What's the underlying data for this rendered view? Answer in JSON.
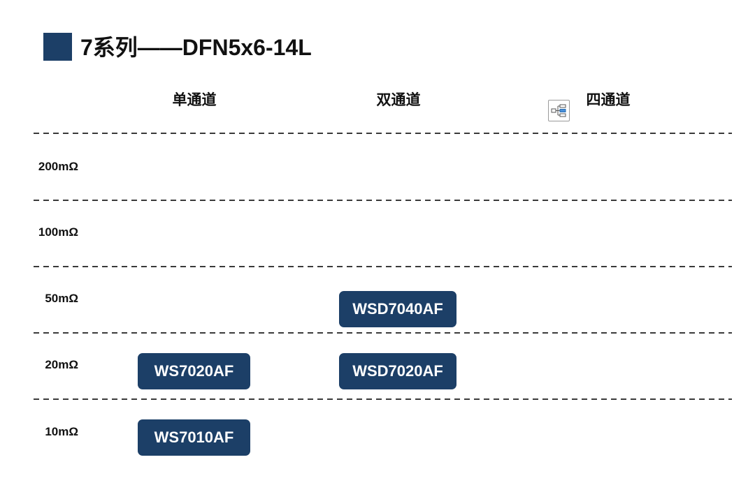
{
  "title": "7系列——DFN5x6-14L",
  "colors": {
    "accent": "#1c3f67",
    "button_bg": "#1c3f67",
    "button_text": "#ffffff",
    "text": "#111111",
    "divider": "#3a3a3a"
  },
  "columns": [
    "单通道",
    "双通道",
    "四通道"
  ],
  "column_icon": "org-chart-icon",
  "rows": [
    {
      "label": "200mΩ"
    },
    {
      "label": "100mΩ"
    },
    {
      "label": "50mΩ",
      "dual": "WSD7040AF"
    },
    {
      "label": "20mΩ",
      "single": "WS7020AF",
      "dual": "WSD7020AF"
    },
    {
      "label": "10mΩ",
      "single": "WS7010AF"
    }
  ]
}
